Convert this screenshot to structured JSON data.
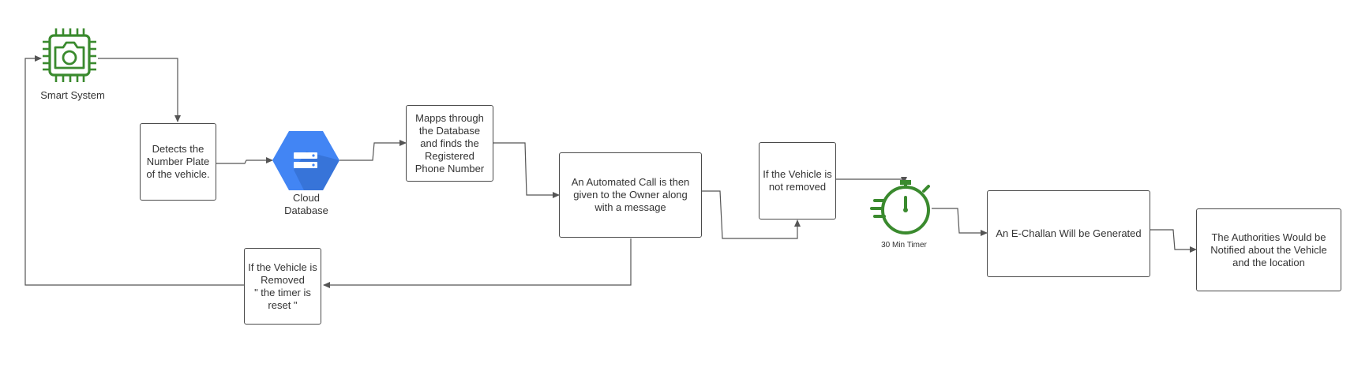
{
  "nodes": {
    "smart_system": {
      "label": "Smart System",
      "icon": "camera-chip-icon"
    },
    "detects": {
      "label": "Detects the\nNumber Plate\nof the vehicle."
    },
    "cloud_db": {
      "label": "Cloud\nDatabase",
      "icon": "cloud-database-icon"
    },
    "mapps": {
      "label": "Mapps through\nthe Database\nand finds the\nRegistered\nPhone Number"
    },
    "automated_call": {
      "label": "An Automated Call is then\ngiven to the Owner along\nwith a message"
    },
    "not_removed": {
      "label": "If the Vehicle is\nnot removed"
    },
    "removed": {
      "label": "If the Vehicle is\nRemoved\n\" the timer is\nreset \""
    },
    "timer": {
      "label": "30 Min Timer",
      "icon": "stopwatch-icon"
    },
    "echallan": {
      "label": "An E-Challan Will be Generated"
    },
    "authorities": {
      "label": "The Authorities Would be\nNotified about the Vehicle\nand the location"
    }
  },
  "colors": {
    "icon_green": "#3a8a2e",
    "db_blue": "#4285f4",
    "db_dark": "#2a5fb8",
    "line": "#555555"
  }
}
